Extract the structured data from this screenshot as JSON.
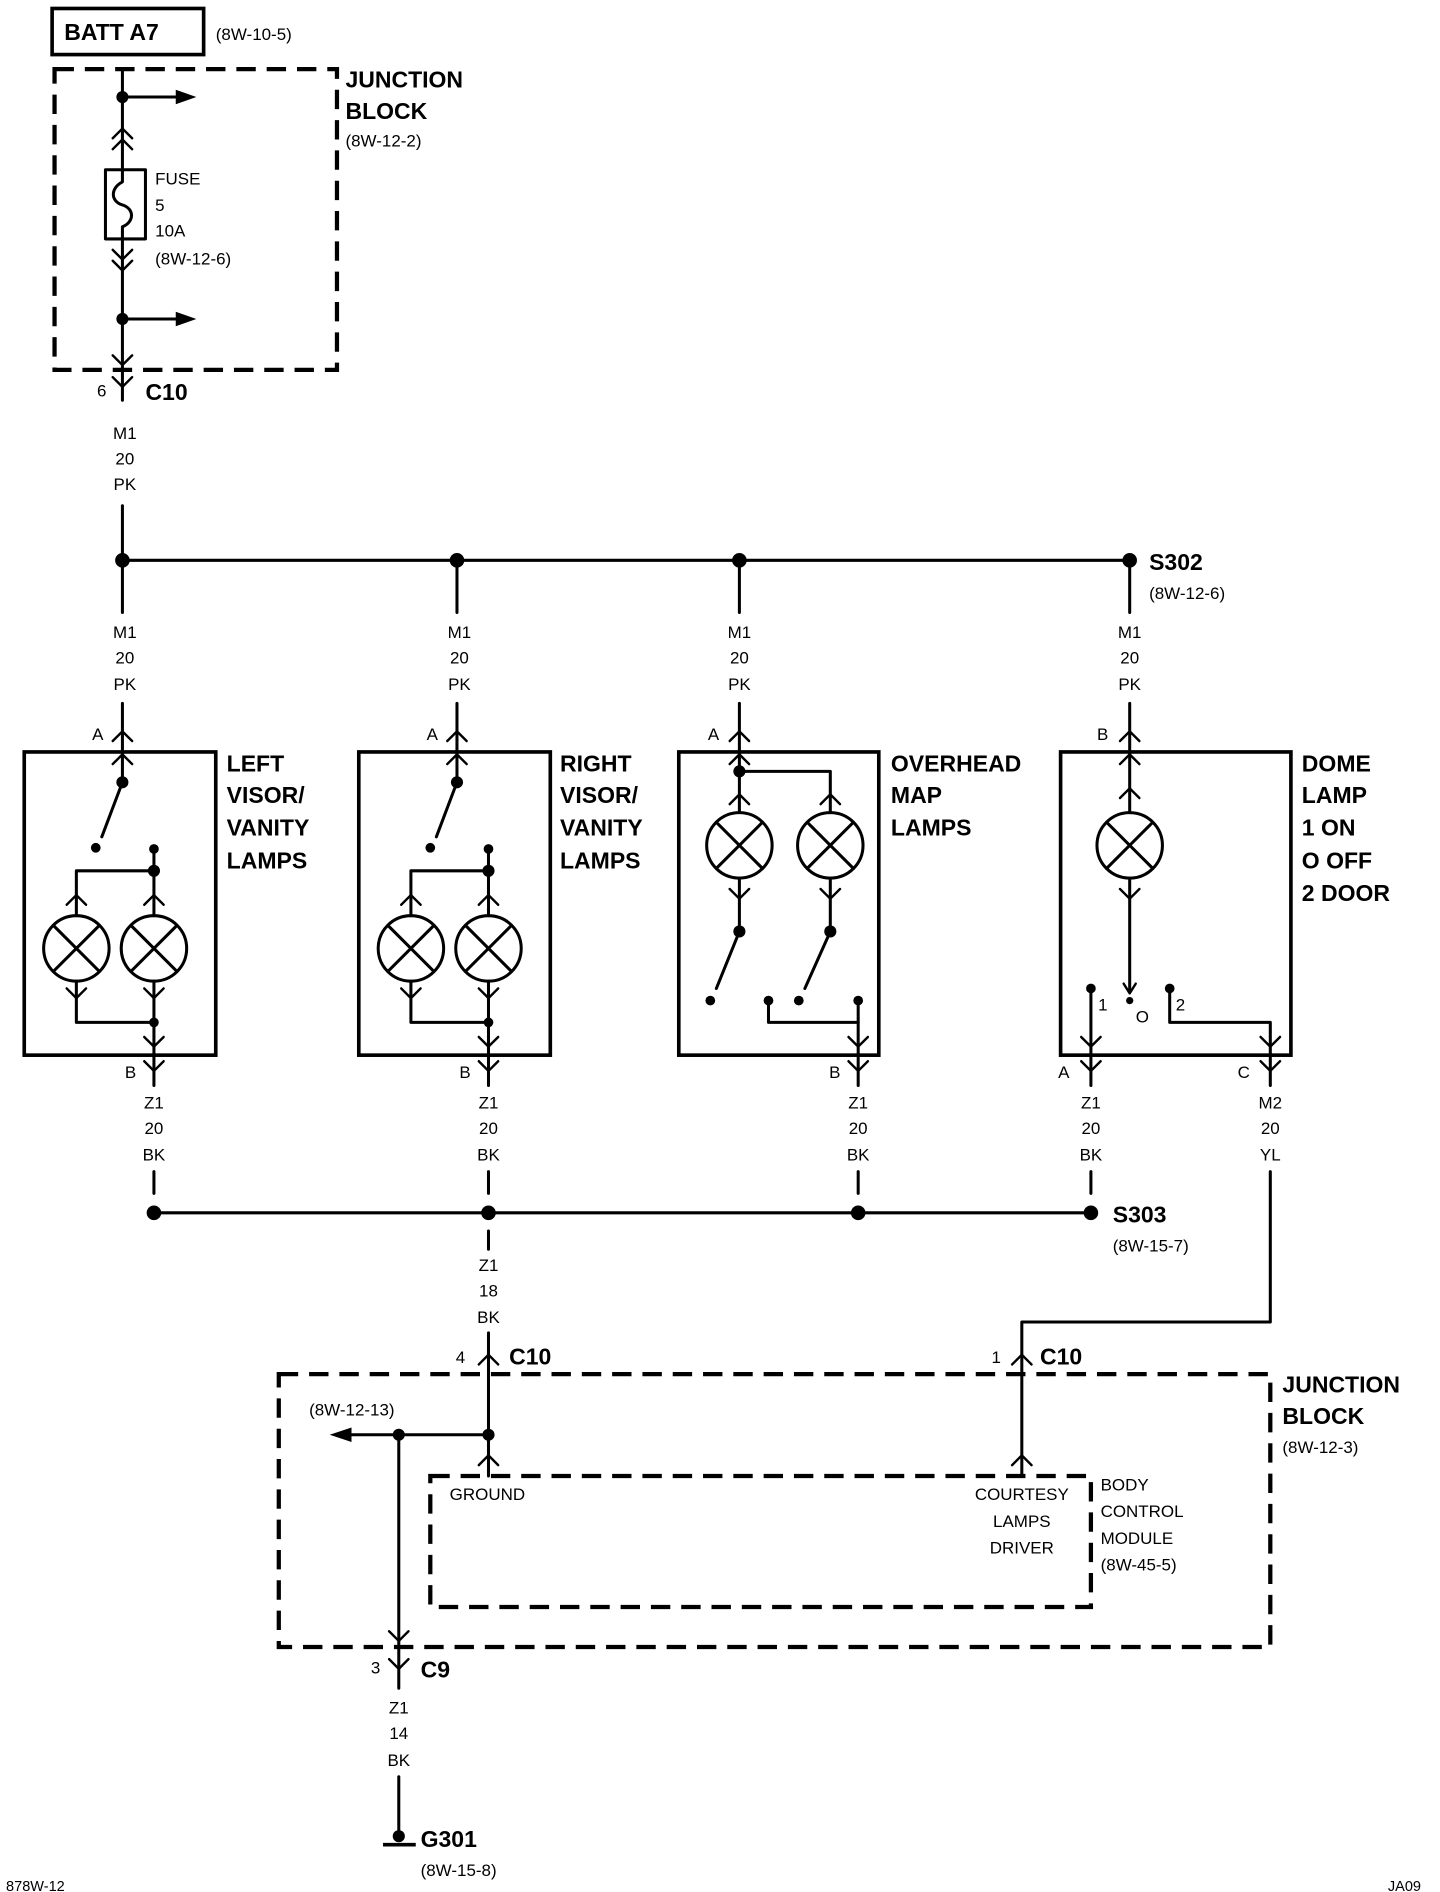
{
  "colors": {
    "ink": "#000000",
    "background": "#ffffff"
  },
  "battery": {
    "label": "BATT A7",
    "ref": "(8W-10-5)"
  },
  "junction_block_top": {
    "title": [
      "JUNCTION",
      "BLOCK"
    ],
    "ref": "(8W-12-2)",
    "fuse": {
      "label": "FUSE",
      "number": "5",
      "rating": "10A",
      "ref": "(8W-12-6)"
    }
  },
  "c10_feed": {
    "pin": "6",
    "name": "C10"
  },
  "feed_wire": {
    "circuit": "M1",
    "gauge": "20",
    "color": "PK"
  },
  "s302": {
    "name": "S302",
    "ref": "(8W-12-6)"
  },
  "loads": [
    {
      "title": [
        "LEFT",
        "VISOR/",
        "VANITY",
        "LAMPS"
      ],
      "feed": {
        "circuit": "M1",
        "gauge": "20",
        "color": "PK"
      },
      "in_pin": "A",
      "out_pin": "B",
      "ground": {
        "circuit": "Z1",
        "gauge": "20",
        "color": "BK"
      }
    },
    {
      "title": [
        "RIGHT",
        "VISOR/",
        "VANITY",
        "LAMPS"
      ],
      "feed": {
        "circuit": "M1",
        "gauge": "20",
        "color": "PK"
      },
      "in_pin": "A",
      "out_pin": "B",
      "ground": {
        "circuit": "Z1",
        "gauge": "20",
        "color": "BK"
      }
    },
    {
      "title": [
        "OVERHEAD",
        "MAP",
        "LAMPS"
      ],
      "feed": {
        "circuit": "M1",
        "gauge": "20",
        "color": "PK"
      },
      "in_pin": "A",
      "out_pin": "B",
      "ground": {
        "circuit": "Z1",
        "gauge": "20",
        "color": "BK"
      }
    },
    {
      "title": [
        "DOME",
        "LAMP",
        "1 ON",
        "O OFF",
        "2 DOOR"
      ],
      "feed": {
        "circuit": "M1",
        "gauge": "20",
        "color": "PK"
      },
      "in_pin": "B",
      "out_pin": "A",
      "ground": {
        "circuit": "Z1",
        "gauge": "20",
        "color": "BK"
      },
      "switch_positions": [
        "1",
        "O",
        "2"
      ],
      "door_pin": "C",
      "door_wire": {
        "circuit": "M2",
        "gauge": "20",
        "color": "YL"
      }
    }
  ],
  "s303": {
    "name": "S303",
    "ref": "(8W-15-7)"
  },
  "ground_trunk_wire": {
    "circuit": "Z1",
    "gauge": "18",
    "color": "BK"
  },
  "c10_ground": {
    "pin": "4",
    "name": "C10"
  },
  "c10_courtesy": {
    "pin": "1",
    "name": "C10"
  },
  "junction_block_bottom": {
    "title": [
      "JUNCTION",
      "BLOCK"
    ],
    "ref": "(8W-12-3)",
    "offpage_ref": "(8W-12-13)"
  },
  "bcm": {
    "title": [
      "BODY",
      "CONTROL",
      "MODULE"
    ],
    "ref": "(8W-45-5)",
    "ground_label": "GROUND",
    "courtesy_label": [
      "COURTESY",
      "LAMPS",
      "DRIVER"
    ]
  },
  "c9": {
    "pin": "3",
    "name": "C9"
  },
  "ground_wire": {
    "circuit": "Z1",
    "gauge": "14",
    "color": "BK"
  },
  "g301": {
    "name": "G301",
    "ref": "(8W-15-8)"
  },
  "footer": {
    "left": "878W-12",
    "right": "JA09"
  }
}
